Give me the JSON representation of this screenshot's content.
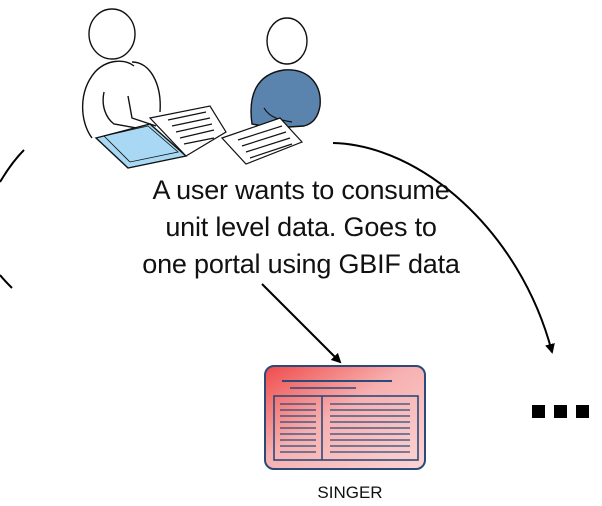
{
  "caption": {
    "line1": "A user wants to consume",
    "line2": "unit level data. Goes to",
    "line3": "one portal using GBIF data"
  },
  "portal": {
    "label": "SINGER",
    "color_top": "#f04a4a",
    "color_body": "#f6b3b3",
    "line_color": "#2a4a7a"
  },
  "icons": {
    "user_left": "person-reading-icon",
    "user_right": "person-writing-icon",
    "portal": "portal-window-icon",
    "more": "ellipsis-icon"
  },
  "colors": {
    "user_right_fill": "#5a83ad",
    "tablet_fill": "#a8d8f3"
  }
}
